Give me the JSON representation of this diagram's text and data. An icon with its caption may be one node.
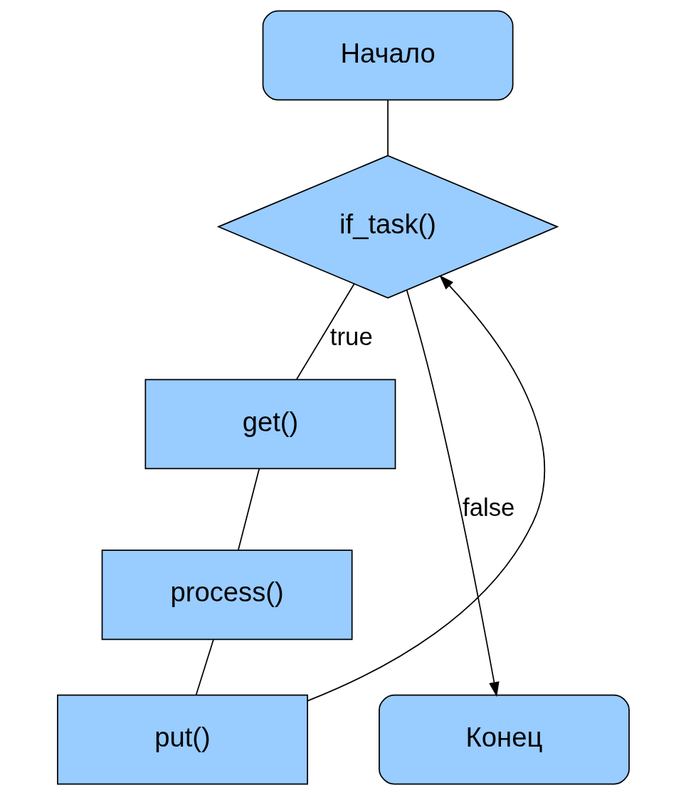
{
  "diagram": {
    "nodes": [
      {
        "text": [
          "Начало"
        ]
      },
      {
        "text": [
          "if_task()"
        ]
      },
      {
        "text": [
          "get()"
        ]
      },
      {
        "text": [
          "process()"
        ]
      },
      {
        "text": [
          "put()"
        ]
      },
      {
        "text": [
          "Конец"
        ]
      }
    ],
    "edges": [
      {
        "from": 0,
        "to": 1,
        "arrow": "none"
      },
      {
        "from": 1,
        "to": 2,
        "arrow": "none",
        "label": "true"
      },
      {
        "from": 2,
        "to": 3,
        "arrow": "none"
      },
      {
        "from": 3,
        "to": 4,
        "arrow": "none"
      },
      {
        "from": 4,
        "to": 1,
        "arrow": "to"
      },
      {
        "from": 1,
        "to": 5,
        "arrow": "to",
        "label": "false"
      }
    ]
  }
}
